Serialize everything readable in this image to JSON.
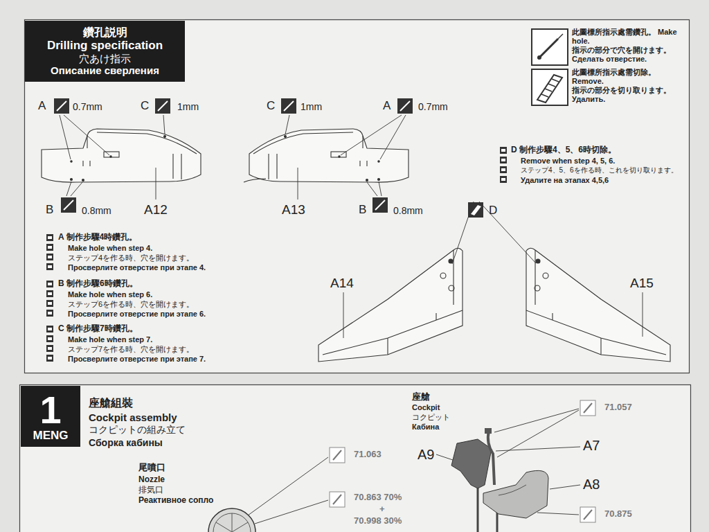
{
  "diagram": {
    "nodes": [
      {
        "text": [
          "鑽孔説明",
          "Drilling specification",
          "穴あけ指示",
          "Описание сверления"
        ]
      },
      {
        "text": [
          "1",
          "MENG"
        ]
      }
    ],
    "labels": [
      "A",
      "0.7mm",
      "C",
      "1mm",
      "B",
      "0.8mm",
      "A12",
      "C",
      "1mm",
      "A",
      "0.7mm",
      "A13",
      "B",
      "0.8mm",
      "D",
      "A14",
      "A15",
      "A 制作步驟4時鑽孔。",
      "Make hole when step 4.",
      "ステップ4を作る時、穴を開けます。",
      "Просверлите отверстие при этапе 4.",
      "B 制作步驟6時鑽孔。",
      "Make hole when step 6.",
      "ステップ6を作る時、穴を開けます。",
      "Просверлите отверстие при этапе 6.",
      "C 制作步驟7時鑽孔。",
      "Make hole when step 7.",
      "ステップ7を作る時、穴を開けます。",
      "Просверлите отверстие при этапе 7.",
      "D 制作步驟4、5、6時切除。",
      "Remove when step 4, 5, 6.",
      "ステップ4、5、6を作る時、これを切り取ります。",
      "Удалите на этапах 4,5,6",
      "座艙組裝",
      "Cockpit assembly",
      "コクピットの組み立て",
      "Сборка кабины",
      "尾噴口",
      "Nozzle",
      "排気口",
      "Реактивное сопло",
      "座艙",
      "Cockpit",
      "コクピット",
      "Кабина",
      "71.057",
      "A7",
      "A9",
      "A8",
      "70.875",
      "71.063",
      "70.863 70%",
      "+",
      "70.998 30%"
    ],
    "legend": [
      {
        "text": "此圖標所指示處需鑽孔。 Make hole. 指示の部分で穴を開けます。 Сделать отверстие."
      },
      {
        "text": "此圖標所指示處需切除。 Remove. 指示の部分を切り取ります。 Удалить."
      }
    ]
  }
}
